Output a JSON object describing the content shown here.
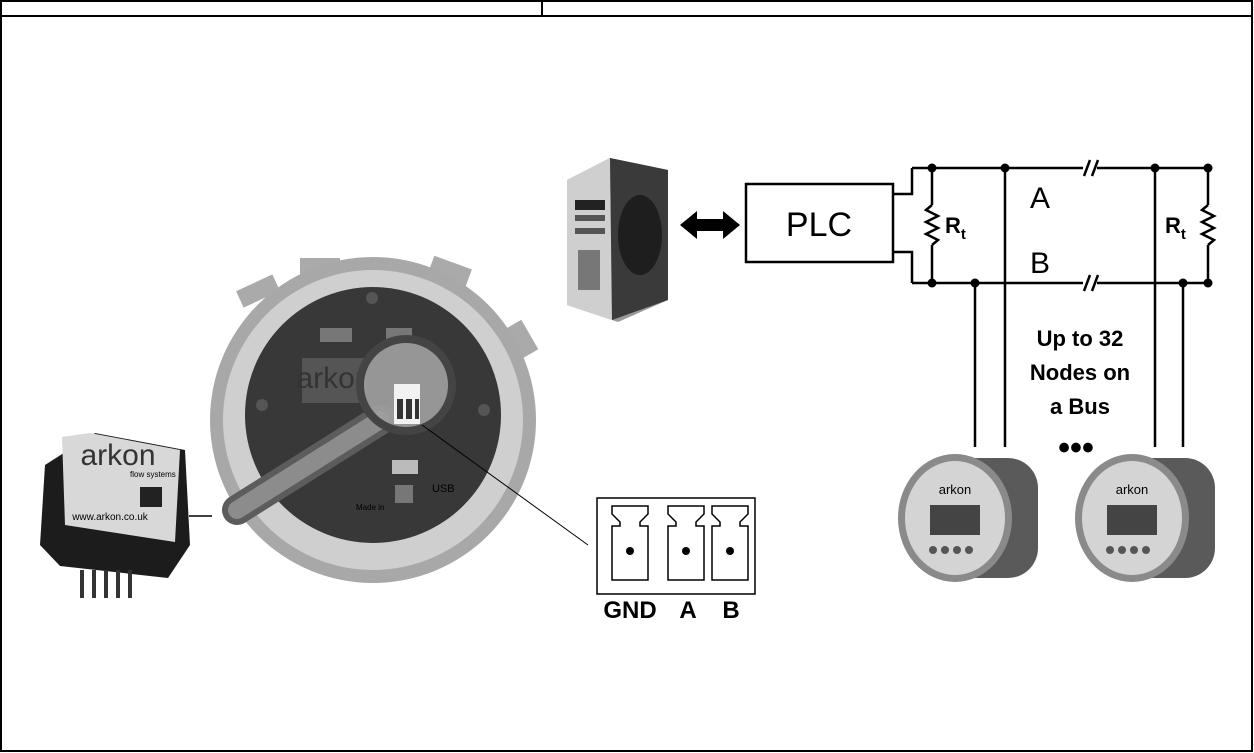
{
  "diagram": {
    "plc_label": "PLC",
    "line_a_label": "A",
    "line_b_label": "B",
    "resistor_left_label": "R",
    "resistor_left_sub": "t",
    "resistor_right_label": "R",
    "resistor_right_sub": "t",
    "nodes_text": [
      "Up to 32",
      "Nodes on",
      "a Bus"
    ],
    "ellipsis": "•••",
    "terminal_labels": [
      "GND",
      "A",
      "B"
    ],
    "module_brand": "arkon",
    "module_brand_sub": "flow systems",
    "module_url": "www.arkon.co.uk",
    "housing_brand": "arkon",
    "housing_usb": "USB",
    "housing_made_in": "Made in",
    "meter_brand": "arkon"
  },
  "colors": {
    "line": "#000000",
    "device_dark": "#2a2a2a",
    "device_mid": "#7a7a7a",
    "device_light": "#c8c8c8"
  }
}
